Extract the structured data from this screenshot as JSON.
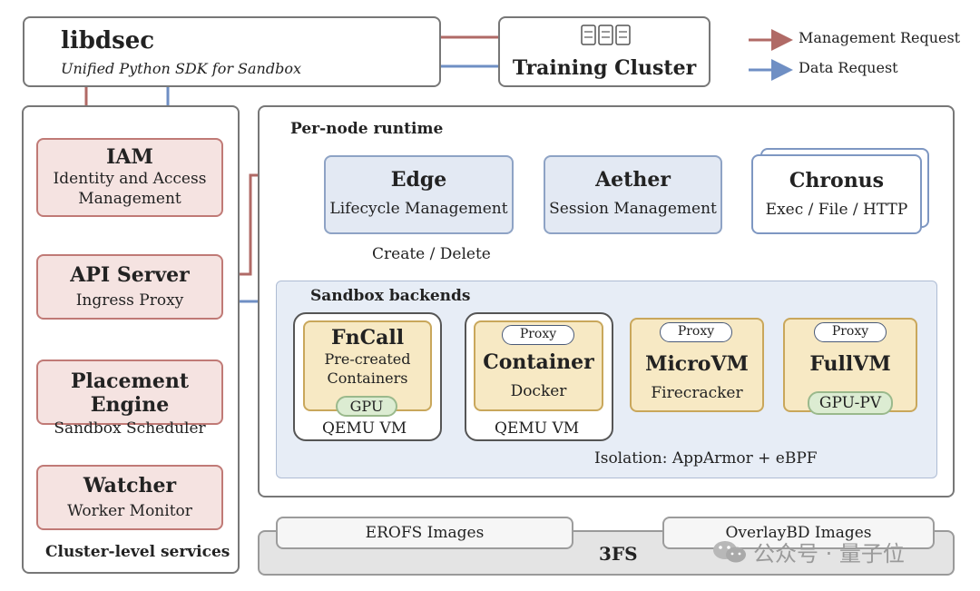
{
  "top": {
    "sdk_title": "libdsec",
    "sdk_subtitle": "Unified Python SDK for Sandbox",
    "training_cluster": "Training Cluster"
  },
  "legend": {
    "management": "Management Request",
    "data": "Data Request",
    "management_color": "#b06a66",
    "data_color": "#6f8fc4"
  },
  "cluster": {
    "label": "Cluster-level services",
    "iam_title": "IAM",
    "iam_sub1": "Identity and Access",
    "iam_sub2": "Management",
    "api_title": "API Server",
    "api_sub": "Ingress Proxy",
    "placement_title": "Placement Engine",
    "placement_sub": "Sandbox Scheduler",
    "watcher_title": "Watcher",
    "watcher_sub": "Worker Monitor"
  },
  "runtime": {
    "label": "Per-node runtime",
    "edge_title": "Edge",
    "edge_sub": "Lifecycle Management",
    "aether_title": "Aether",
    "aether_sub": "Session Management",
    "chronus_title": "Chronus",
    "chronus_sub": "Exec / File / HTTP",
    "create_delete": "Create / Delete"
  },
  "backends": {
    "label": "Sandbox backends",
    "fncall_title": "FnCall",
    "fncall_sub1": "Pre-created",
    "fncall_sub2": "Containers",
    "gpu": "GPU",
    "qemu1": "QEMU VM",
    "proxy": "Proxy",
    "container_title": "Container",
    "container_sub": "Docker",
    "qemu2": "QEMU VM",
    "microvm_title": "MicroVM",
    "microvm_sub": "Firecracker",
    "fullvm_title": "FullVM",
    "gpu_pv": "GPU-PV",
    "isolation": "Isolation: AppArmor + eBPF"
  },
  "storage": {
    "fs": "3FS",
    "erofs": "EROFS Images",
    "overlaybd": "OverlayBD Images"
  },
  "watermark": "公众号 · 量子位"
}
